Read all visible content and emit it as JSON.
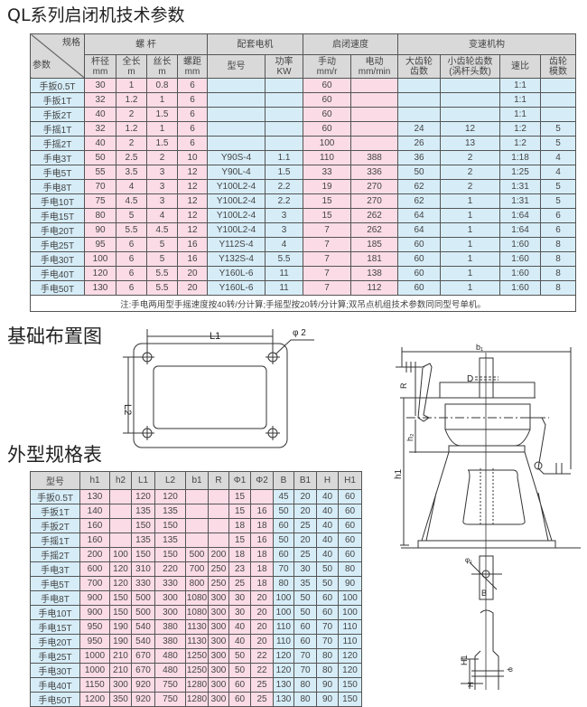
{
  "titles": {
    "main": "QL系列启闭机技术参数",
    "base_layout": "基础布置图",
    "spec_table": "外型规格表"
  },
  "table1": {
    "corner_top": "规格",
    "corner_bottom": "参数",
    "groups": [
      "螺  杆",
      "配套电机",
      "启闭速度",
      "变速机构"
    ],
    "sub_headers": [
      {
        "l1": "杆径",
        "l2": "mm"
      },
      {
        "l1": "全长",
        "l2": "m"
      },
      {
        "l1": "丝长",
        "l2": "m"
      },
      {
        "l1": "螺距",
        "l2": "mm"
      },
      {
        "l1": "型号",
        "l2": ""
      },
      {
        "l1": "功率",
        "l2": "KW"
      },
      {
        "l1": "手动",
        "l2": "mm/r"
      },
      {
        "l1": "电动",
        "l2": "mm/min"
      },
      {
        "l1": "大齿轮",
        "l2": "齿数"
      },
      {
        "l1": "小齿轮齿数",
        "l2": "(涡杆头数)"
      },
      {
        "l1": "速比",
        "l2": ""
      },
      {
        "l1": "齿轮",
        "l2": "模数"
      }
    ],
    "rows": [
      [
        "手扳0.5T",
        "30",
        "1",
        "0.8",
        "6",
        "",
        "",
        "60",
        "",
        "",
        "",
        "1:1",
        ""
      ],
      [
        "手扳1T",
        "32",
        "1.2",
        "1",
        "6",
        "",
        "",
        "60",
        "",
        "",
        "",
        "1:1",
        ""
      ],
      [
        "手扳2T",
        "40",
        "2",
        "1.5",
        "6",
        "",
        "",
        "60",
        "",
        "",
        "",
        "1:1",
        ""
      ],
      [
        "手摇1T",
        "32",
        "1.2",
        "1",
        "6",
        "",
        "",
        "60",
        "",
        "24",
        "12",
        "1:2",
        "5"
      ],
      [
        "手摇2T",
        "40",
        "2",
        "1.5",
        "6",
        "",
        "",
        "100",
        "",
        "26",
        "13",
        "1:2",
        "5"
      ],
      [
        "手电3T",
        "50",
        "2.5",
        "2",
        "10",
        "Y90S-4",
        "1.1",
        "110",
        "388",
        "36",
        "2",
        "1:18",
        "4"
      ],
      [
        "手电5T",
        "55",
        "3.5",
        "3",
        "12",
        "Y90L-4",
        "1.5",
        "33",
        "336",
        "50",
        "2",
        "1:25",
        "4"
      ],
      [
        "手电8T",
        "70",
        "4",
        "3",
        "12",
        "Y100L2-4",
        "2.2",
        "19",
        "270",
        "62",
        "2",
        "1:31",
        "5"
      ],
      [
        "手电10T",
        "75",
        "4.5",
        "3",
        "12",
        "Y100L2-4",
        "2.2",
        "15",
        "270",
        "62",
        "1",
        "1:31",
        "5"
      ],
      [
        "手电15T",
        "80",
        "5",
        "4",
        "12",
        "Y100L2-4",
        "3",
        "15",
        "262",
        "64",
        "1",
        "1:64",
        "6"
      ],
      [
        "手电20T",
        "90",
        "5.5",
        "4.5",
        "12",
        "Y100L2-4",
        "3",
        "7",
        "262",
        "64",
        "1",
        "1:64",
        "6"
      ],
      [
        "手电25T",
        "95",
        "6",
        "5",
        "16",
        "Y112S-4",
        "4",
        "7",
        "185",
        "60",
        "1",
        "1:60",
        "8"
      ],
      [
        "手电30T",
        "100",
        "6",
        "5",
        "16",
        "Y132S-4",
        "5.5",
        "7",
        "181",
        "60",
        "1",
        "1:60",
        "8"
      ],
      [
        "手电40T",
        "120",
        "6",
        "5.5",
        "20",
        "Y160L-6",
        "11",
        "7",
        "138",
        "60",
        "1",
        "1:60",
        "8"
      ],
      [
        "手电50T",
        "130",
        "6",
        "5.5",
        "20",
        "Y160L-6",
        "11",
        "7",
        "112",
        "60",
        "1",
        "1:60",
        "8"
      ]
    ],
    "note": "注:手电两用型手摇速度按40转/分计算;手摇型按20转/分计算;双吊点机组技术参数同同型号单机。"
  },
  "table2": {
    "headers": [
      "型号",
      "h1",
      "h2",
      "L1",
      "L2",
      "b1",
      "R",
      "Φ1",
      "Φ2",
      "B",
      "B1",
      "H",
      "H1"
    ],
    "rows": [
      [
        "手扳0.5T",
        "130",
        "",
        "120",
        "120",
        "",
        "",
        "15",
        "",
        "45",
        "20",
        "40",
        "60"
      ],
      [
        "手扳1T",
        "140",
        "",
        "135",
        "135",
        "",
        "",
        "15",
        "16",
        "50",
        "20",
        "40",
        "60"
      ],
      [
        "手扳2T",
        "160",
        "",
        "150",
        "150",
        "",
        "",
        "18",
        "18",
        "60",
        "25",
        "40",
        "60"
      ],
      [
        "手摇1T",
        "160",
        "",
        "135",
        "135",
        "",
        "",
        "15",
        "16",
        "50",
        "20",
        "40",
        "60"
      ],
      [
        "手摇2T",
        "200",
        "100",
        "150",
        "150",
        "500",
        "200",
        "18",
        "18",
        "60",
        "25",
        "40",
        "60"
      ],
      [
        "手电3T",
        "600",
        "120",
        "310",
        "220",
        "700",
        "250",
        "23",
        "18",
        "70",
        "30",
        "50",
        "80"
      ],
      [
        "手电5T",
        "700",
        "120",
        "330",
        "330",
        "800",
        "250",
        "25",
        "18",
        "80",
        "35",
        "50",
        "90"
      ],
      [
        "手电8T",
        "900",
        "150",
        "500",
        "300",
        "1080",
        "300",
        "30",
        "20",
        "100",
        "50",
        "60",
        "100"
      ],
      [
        "手电10T",
        "900",
        "150",
        "500",
        "300",
        "1080",
        "300",
        "30",
        "20",
        "100",
        "50",
        "60",
        "100"
      ],
      [
        "手电15T",
        "950",
        "190",
        "540",
        "380",
        "1130",
        "300",
        "40",
        "20",
        "110",
        "60",
        "70",
        "110"
      ],
      [
        "手电20T",
        "950",
        "190",
        "540",
        "380",
        "1130",
        "300",
        "40",
        "20",
        "110",
        "60",
        "70",
        "110"
      ],
      [
        "手电25T",
        "1000",
        "210",
        "670",
        "480",
        "1250",
        "300",
        "50",
        "22",
        "120",
        "70",
        "80",
        "120"
      ],
      [
        "手电30T",
        "1000",
        "210",
        "670",
        "480",
        "1250",
        "300",
        "50",
        "22",
        "120",
        "70",
        "80",
        "120"
      ],
      [
        "手电40T",
        "1150",
        "300",
        "920",
        "750",
        "1280",
        "300",
        "60",
        "25",
        "130",
        "80",
        "90",
        "150"
      ],
      [
        "手电50T",
        "1200",
        "350",
        "920",
        "750",
        "1280",
        "300",
        "60",
        "25",
        "130",
        "80",
        "90",
        "150"
      ]
    ]
  },
  "base_diagram": {
    "l1": "L1",
    "l2": "L2",
    "phi2": "φ 2"
  },
  "side_diagram": {
    "b1": "b₁",
    "d": "D",
    "r": "R",
    "h2": "h₂",
    "h1": "h1",
    "phi1": "φ₁",
    "b": "B",
    "H1": "H1",
    "H": "H",
    "phi": "φ"
  },
  "colors": {
    "pink": "#fbdce6",
    "blue": "#d6edf8",
    "header": "#d9d9d9"
  }
}
